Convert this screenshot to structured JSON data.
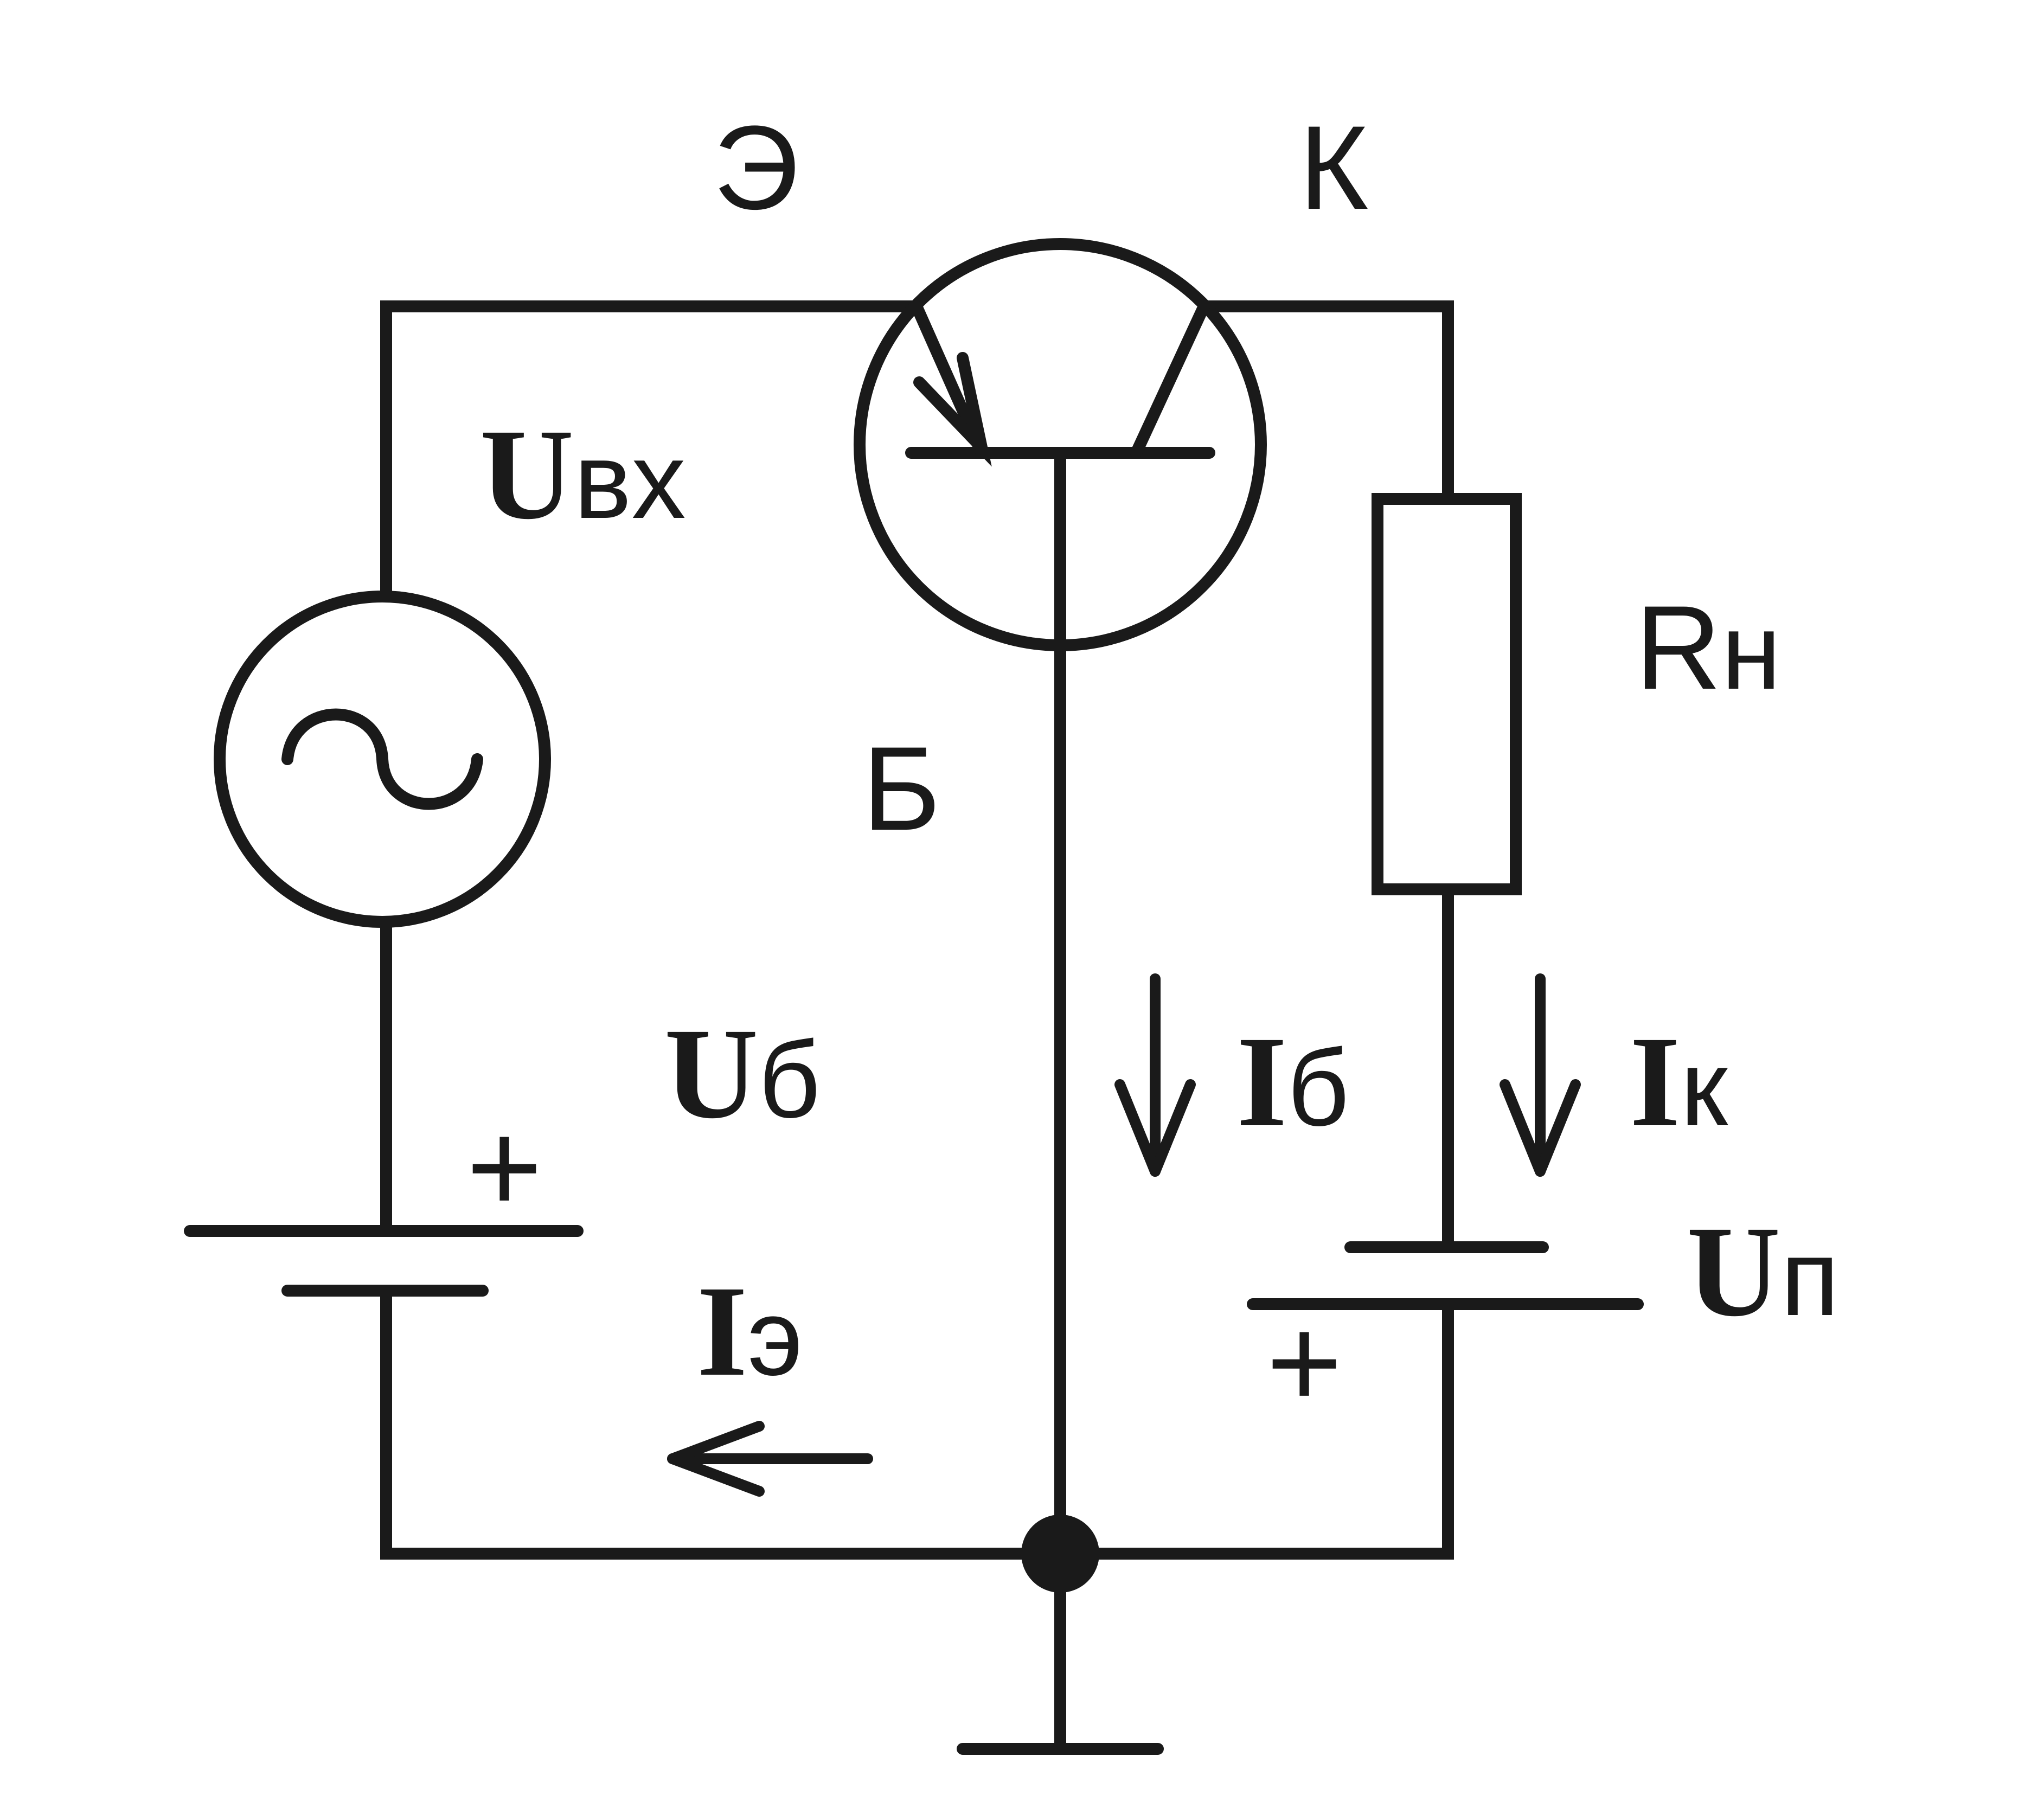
{
  "labels": {
    "emitter": "Э",
    "collector": "К",
    "base": "Б",
    "u_in_main": "U",
    "u_in_sub": "вх",
    "r_load_main": "R",
    "r_load_sub": "н",
    "u_base_main": "U",
    "u_base_sub": "б",
    "i_base_main": "I",
    "i_base_sub": "б",
    "i_collector_main": "I",
    "i_collector_sub": "к",
    "u_supply_main": "U",
    "u_supply_sub": "п",
    "i_emitter_main": "I",
    "i_emitter_sub": "э",
    "plus_left": "+",
    "plus_right": "+"
  },
  "colors": {
    "ink": "#1a1a1a",
    "background": "#ffffff"
  }
}
